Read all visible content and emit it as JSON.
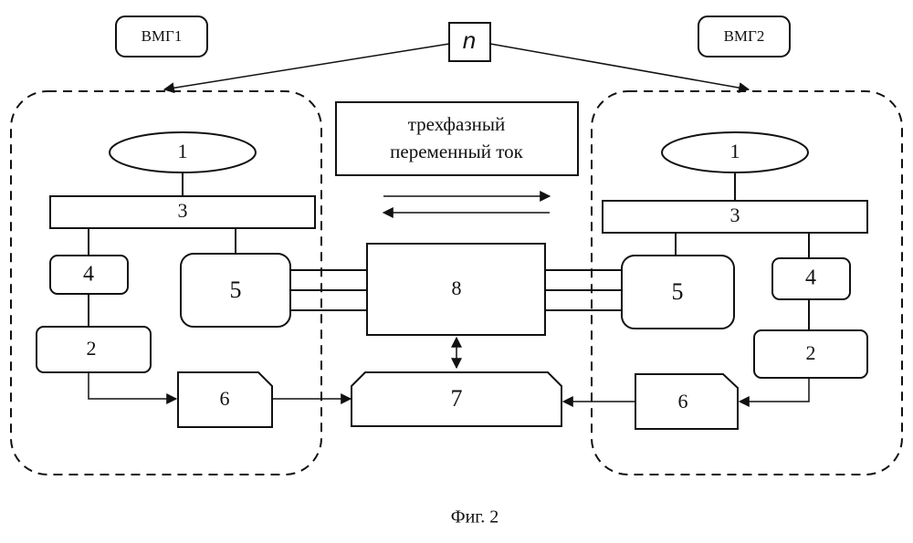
{
  "vmg1": "ВМГ1",
  "vmg2": "ВМГ2",
  "n": "n",
  "current": {
    "line1": "трехфазный",
    "line2": "переменный ток"
  },
  "left": {
    "b1": "1",
    "b3": "3",
    "b4": "4",
    "b5": "5",
    "b2": "2",
    "b6": "6"
  },
  "right": {
    "b1": "1",
    "b3": "3",
    "b4": "4",
    "b5": "5",
    "b2": "2",
    "b6": "6"
  },
  "b8": "8",
  "b7": "7",
  "caption": "Фиг. 2"
}
